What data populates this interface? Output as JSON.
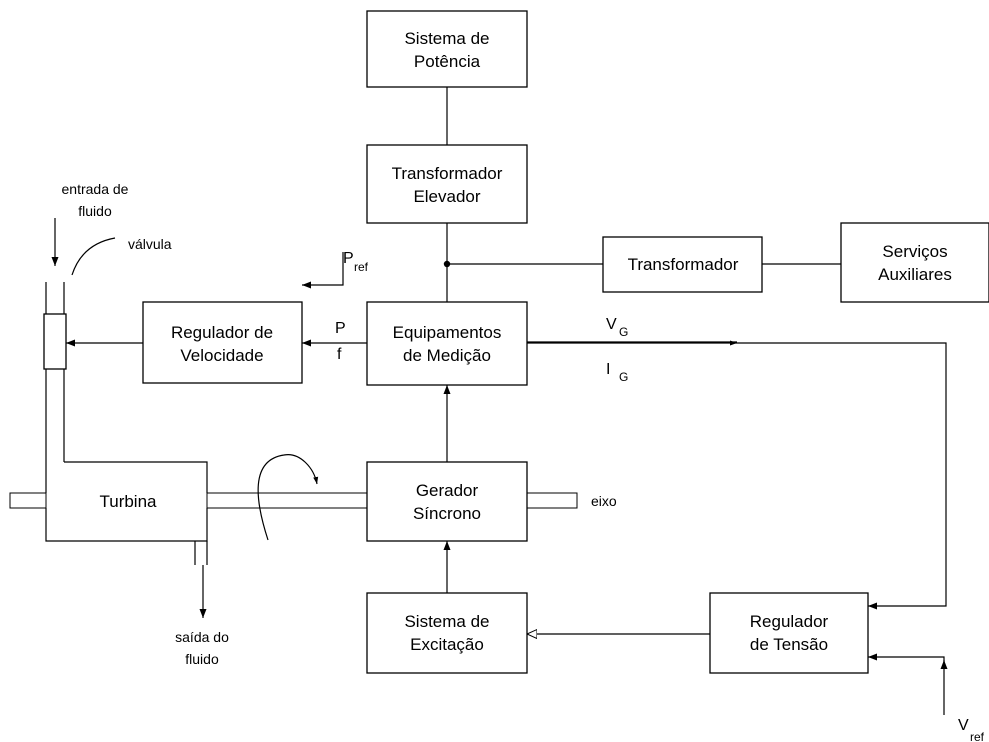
{
  "blocks": {
    "sistema_potencia": {
      "line1": "Sistema de",
      "line2": "Potência"
    },
    "transformador_elevador": {
      "line1": "Transformador",
      "line2": "Elevador"
    },
    "transformador": {
      "label": "Transformador"
    },
    "servicos_auxiliares": {
      "line1": "Serviços",
      "line2": "Auxiliares"
    },
    "equipamentos_medicao": {
      "line1": "Equipamentos",
      "line2": "de Medição"
    },
    "regulador_velocidade": {
      "line1": "Regulador de",
      "line2": "Velocidade"
    },
    "gerador_sincrono": {
      "line1": "Gerador",
      "line2": "Síncrono"
    },
    "sistema_excitacao": {
      "line1": "Sistema de",
      "line2": "Excitação"
    },
    "regulador_tensao": {
      "line1": "Regulador",
      "line2": "de Tensão"
    },
    "turbina": {
      "label": "Turbina"
    }
  },
  "labels": {
    "entrada_fluido": {
      "line1": "entrada de",
      "line2": "fluido"
    },
    "valvula": "válvula",
    "saida_fluido": {
      "line1": "saída do",
      "line2": "fluido"
    },
    "eixo": "eixo",
    "p_ref": {
      "main": "P",
      "sub": "ref"
    },
    "p": "P",
    "f": "f",
    "v_g": {
      "main": "V",
      "sub": "G"
    },
    "i_g": {
      "main": "I",
      "sub": "G"
    },
    "v_ref": {
      "main": "V",
      "sub": "ref"
    }
  }
}
